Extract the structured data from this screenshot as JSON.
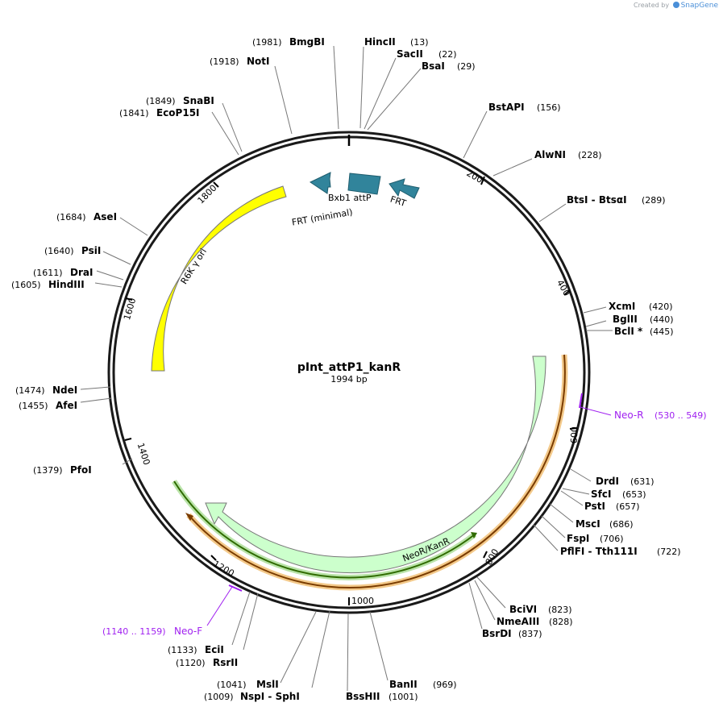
{
  "credit": {
    "prefix": "Created by",
    "brand": "SnapGene"
  },
  "plasmid": {
    "name": "pInt_attP1_kanR",
    "length": "1994 bp"
  },
  "ticks": [
    "200",
    "400",
    "600",
    "800",
    "1000",
    "1200",
    "1400",
    "1600",
    "1800"
  ],
  "features": [
    {
      "id": "r6k",
      "label": "R6K γ ori",
      "color": "#ffff00"
    },
    {
      "id": "neokan",
      "label": "NeoR/KanR",
      "color": "#ccffcc"
    },
    {
      "id": "frt_min",
      "label": "FRT (minimal)",
      "color": "#31849b"
    },
    {
      "id": "bxb1",
      "label": "Bxb1 attP",
      "color": "#31849b"
    },
    {
      "id": "frt",
      "label": "FRT",
      "color": "#31849b"
    }
  ],
  "primers": [
    {
      "name": "Neo-R",
      "range": "(530 .. 549)",
      "color": "#a020f0"
    },
    {
      "name": "Neo-F",
      "range": "(1140 .. 1159)",
      "color": "#a020f0"
    }
  ],
  "enzymes": [
    {
      "name": "HincII",
      "pos": "(13)"
    },
    {
      "name": "SacII",
      "pos": "(22)"
    },
    {
      "name": "BsaI",
      "pos": "(29)"
    },
    {
      "name": "BstAPI",
      "pos": "(156)"
    },
    {
      "name": "AlwNI",
      "pos": "(228)"
    },
    {
      "name": "BtsI - BtsαI",
      "pos": "(289)"
    },
    {
      "name": "XcmI",
      "pos": "(420)"
    },
    {
      "name": "BglII",
      "pos": "(440)"
    },
    {
      "name": "BclI *",
      "pos": "(445)"
    },
    {
      "name": "DrdI",
      "pos": "(631)"
    },
    {
      "name": "SfcI",
      "pos": "(653)"
    },
    {
      "name": "PstI",
      "pos": "(657)"
    },
    {
      "name": "MscI",
      "pos": "(686)"
    },
    {
      "name": "FspI",
      "pos": "(706)"
    },
    {
      "name": "PflFI - Tth111I",
      "pos": "(722)"
    },
    {
      "name": "BciVI",
      "pos": "(823)"
    },
    {
      "name": "NmeAIII",
      "pos": "(828)"
    },
    {
      "name": "BsrDI",
      "pos": "(837)"
    },
    {
      "name": "BanII",
      "pos": "(969)"
    },
    {
      "name": "BssHII",
      "pos": "(1001)"
    },
    {
      "name": "MslI",
      "pos": "(1041)"
    },
    {
      "name": "NspI - SphI",
      "pos": "(1009)"
    },
    {
      "name": "EciI",
      "pos": "(1133)"
    },
    {
      "name": "RsrII",
      "pos": "(1120)"
    },
    {
      "name": "PfoI",
      "pos": "(1379)"
    },
    {
      "name": "AfeI",
      "pos": "(1455)"
    },
    {
      "name": "NdeI",
      "pos": "(1474)"
    },
    {
      "name": "HindIII",
      "pos": "(1605)"
    },
    {
      "name": "DraI",
      "pos": "(1611)"
    },
    {
      "name": "PsiI",
      "pos": "(1640)"
    },
    {
      "name": "AseI",
      "pos": "(1684)"
    },
    {
      "name": "EcoP15I",
      "pos": "(1841)"
    },
    {
      "name": "SnaBI",
      "pos": "(1849)"
    },
    {
      "name": "NotI",
      "pos": "(1918)"
    },
    {
      "name": "BmgBI",
      "pos": "(1981)"
    }
  ]
}
